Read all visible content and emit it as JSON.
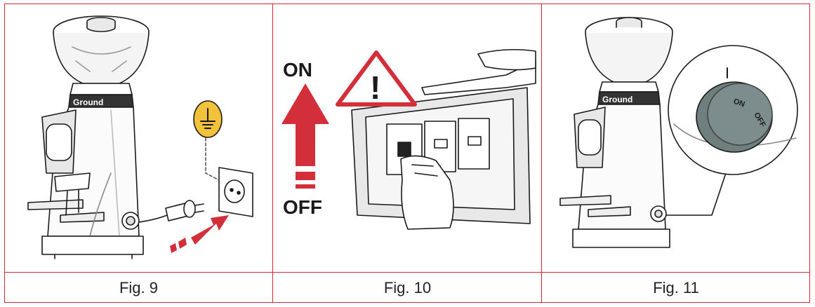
{
  "figures": [
    {
      "caption": "Fig. 9",
      "brand_text": "Ground"
    },
    {
      "caption": "Fig. 10",
      "on_label": "ON",
      "off_label": "OFF",
      "warning_symbol": "!"
    },
    {
      "caption": "Fig. 11",
      "brand_text": "Ground",
      "dial_on": "ON",
      "dial_off": "OFF"
    }
  ],
  "colors": {
    "frame_red": "#d6263a",
    "arrow_red": "#d32f3a",
    "ground_yellow": "#f2c23a",
    "dial_grey": "#6f7f80",
    "line": "#1a1a1a"
  },
  "icons": [
    "ground-symbol-icon",
    "warning-triangle-icon",
    "insert-arrow-icon",
    "up-arrow-icon"
  ]
}
